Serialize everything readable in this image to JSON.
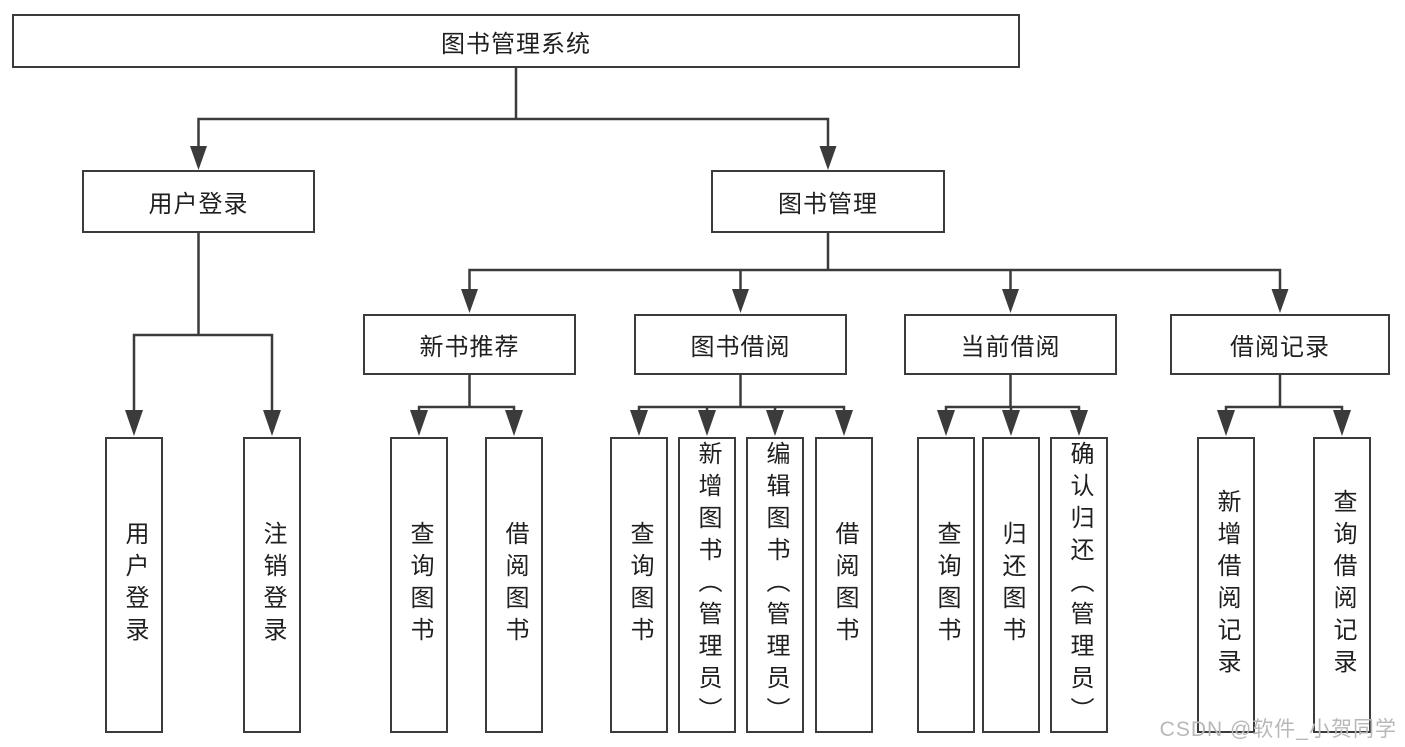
{
  "diagram": {
    "root": {
      "label": "图书管理系统"
    },
    "user_login": {
      "label": "用户登录",
      "children": [
        {
          "label": "用户登录"
        },
        {
          "label": "注销登录"
        }
      ]
    },
    "book_mgmt": {
      "label": "图书管理"
    },
    "new_books": {
      "label": "新书推荐",
      "children": [
        {
          "label": "查询图书"
        },
        {
          "label": "借阅图书"
        }
      ]
    },
    "book_borrow": {
      "label": "图书借阅",
      "children": [
        {
          "label": "查询图书"
        },
        {
          "label": "新增图书（管理员）"
        },
        {
          "label": "编辑图书（管理员）"
        },
        {
          "label": "借阅图书"
        }
      ]
    },
    "current_borrow": {
      "label": "当前借阅",
      "children": [
        {
          "label": "查询图书"
        },
        {
          "label": "归还图书"
        },
        {
          "label": "确认归还（管理员）"
        }
      ]
    },
    "borrow_records": {
      "label": "借阅记录",
      "children": [
        {
          "label": "新增借阅记录"
        },
        {
          "label": "查询借阅记录"
        }
      ]
    }
  },
  "watermark": {
    "text": "CSDN @软件_小贺同学"
  },
  "colors": {
    "line": "#3b3b3b",
    "background": "#ffffff",
    "text": "#1f1f1f",
    "watermark": "#b8b8b8"
  }
}
